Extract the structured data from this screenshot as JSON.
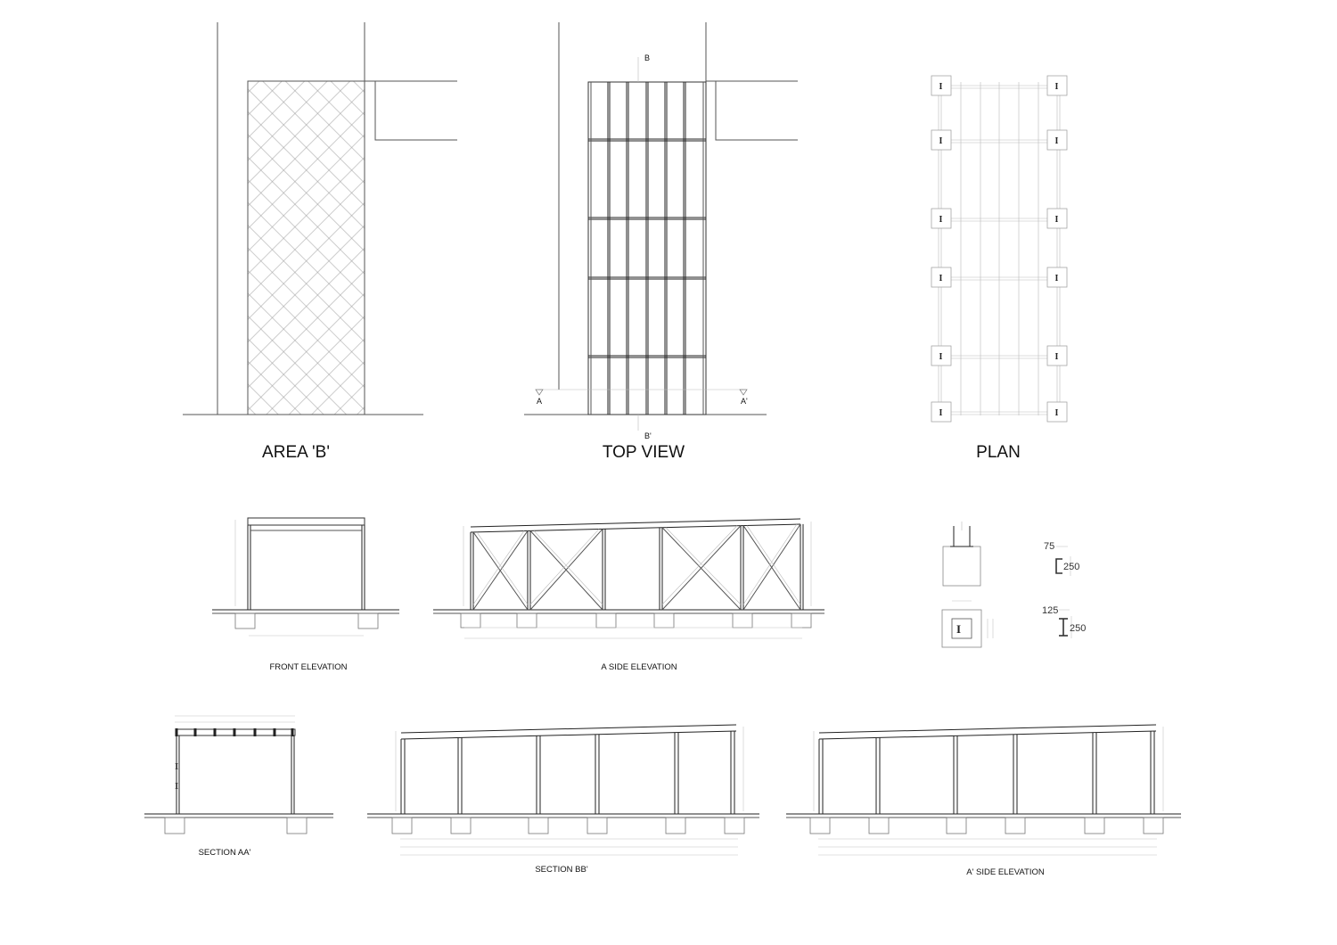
{
  "drawing": {
    "views": {
      "area_b": "AREA 'B'",
      "top_view": "TOP VIEW",
      "plan": "PLAN",
      "front_elevation": "FRONT ELEVATION",
      "a_side_elevation": "A SIDE ELEVATION",
      "section_aa": "SECTION AA'",
      "section_bb": "SECTION BB'",
      "a_prime_side_elevation": "A' SIDE ELEVATION"
    },
    "section_marks": {
      "b": "B",
      "b_prime": "B'",
      "a": "A",
      "a_prime": "A'"
    },
    "details": {
      "channel_flange": "75",
      "channel_depth": "250",
      "beam_flange": "125",
      "beam_depth": "250"
    }
  }
}
